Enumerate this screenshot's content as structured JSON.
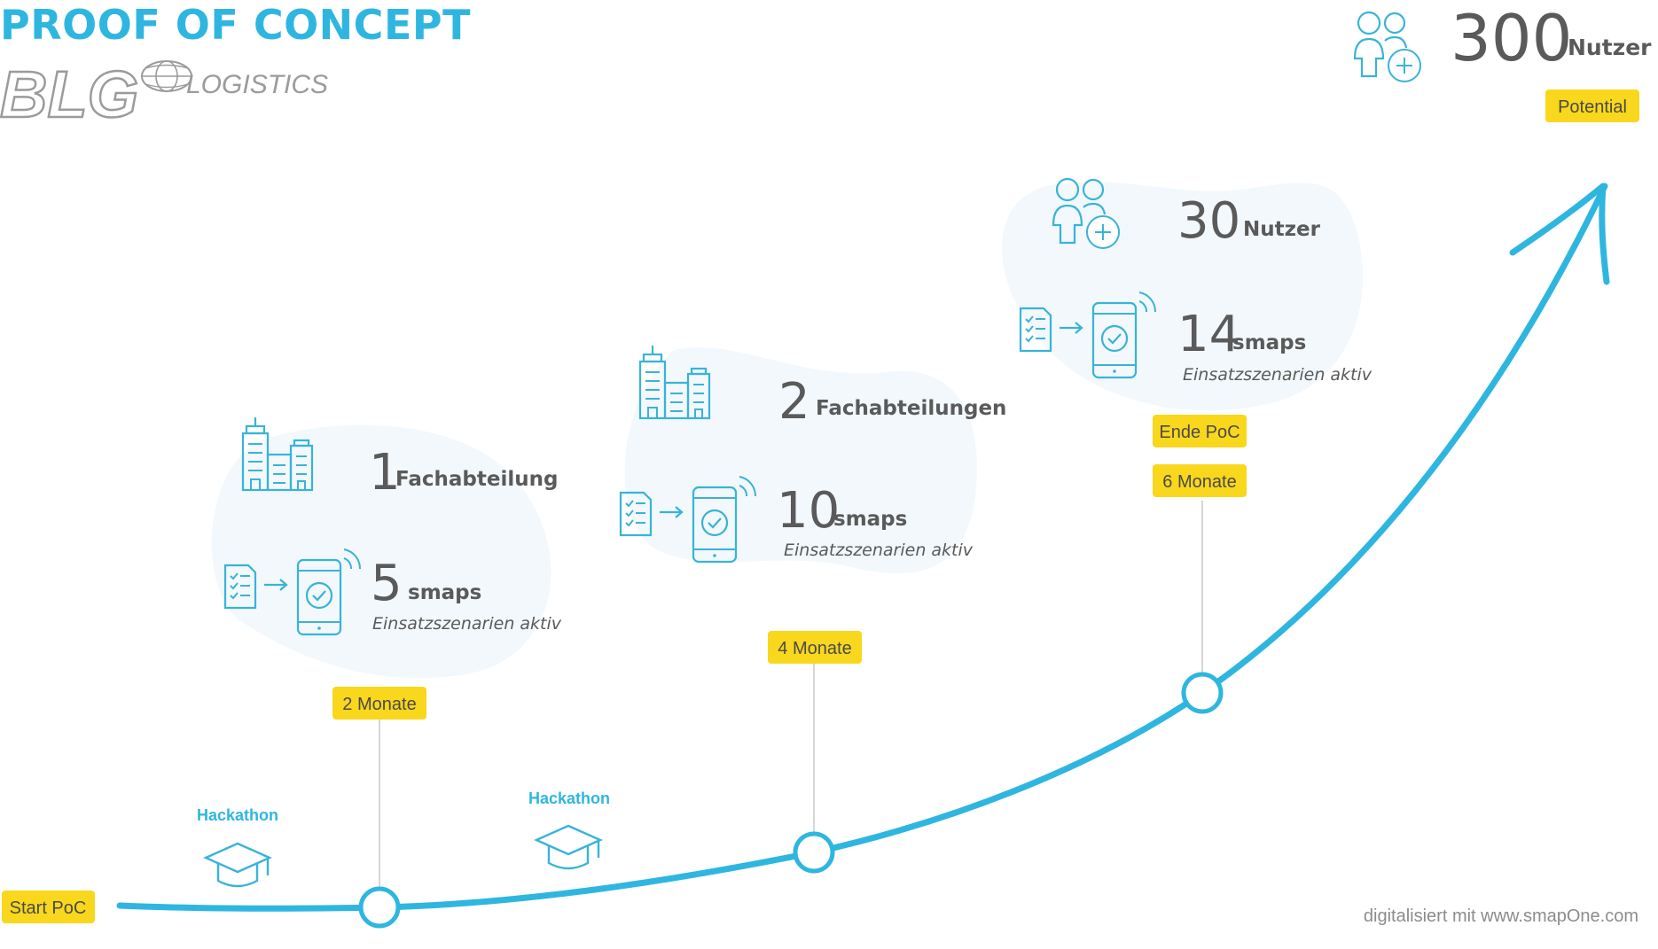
{
  "header": {
    "title": "PROOF OF CONCEPT",
    "logo_primary": "BLG",
    "logo_secondary": "LOGISTICS"
  },
  "milestones": {
    "start": "Start PoC",
    "m2": "2 Monate",
    "m4": "4 Monate",
    "end_poc": "Ende PoC",
    "m6": "6 Monate",
    "potential": "Potential"
  },
  "events": {
    "hackathon_1": "Hackathon",
    "hackathon_2": "Hackathon"
  },
  "stage1": {
    "dept_count": "1",
    "dept_label": "Fachabteilung",
    "smaps_count": "5",
    "smaps_label": "smaps",
    "smaps_sub": "Einsatzszenarien aktiv"
  },
  "stage2": {
    "dept_count": "2",
    "dept_label": "Fachabteilungen",
    "smaps_count": "10",
    "smaps_label": "smaps",
    "smaps_sub": "Einsatzszenarien aktiv"
  },
  "stage3": {
    "user_count": "30",
    "user_label": "Nutzer",
    "smaps_count": "14",
    "smaps_label": "smaps",
    "smaps_sub": "Einsatzszenarien aktiv"
  },
  "potential_block": {
    "user_count": "300",
    "user_label": "Nutzer"
  },
  "footer": {
    "credit": "digitalisiert mit  www.smapOne.com"
  },
  "colors": {
    "accent": "#2fb6e0",
    "icon": "#39b3d8",
    "tag_bg": "#f9d71c",
    "tag_text": "#4a4a4a",
    "number": "#5a5a5a",
    "blob": "#f2f8fb",
    "logo": "#9b9b9b",
    "footer": "#8c8c8c"
  },
  "icons": {
    "building": "building-icon",
    "checklist": "checklist-icon",
    "arrow": "arrow-right-icon",
    "phone": "smartphone-check-icon",
    "users": "users-add-icon",
    "graduation": "graduation-cap-icon"
  }
}
